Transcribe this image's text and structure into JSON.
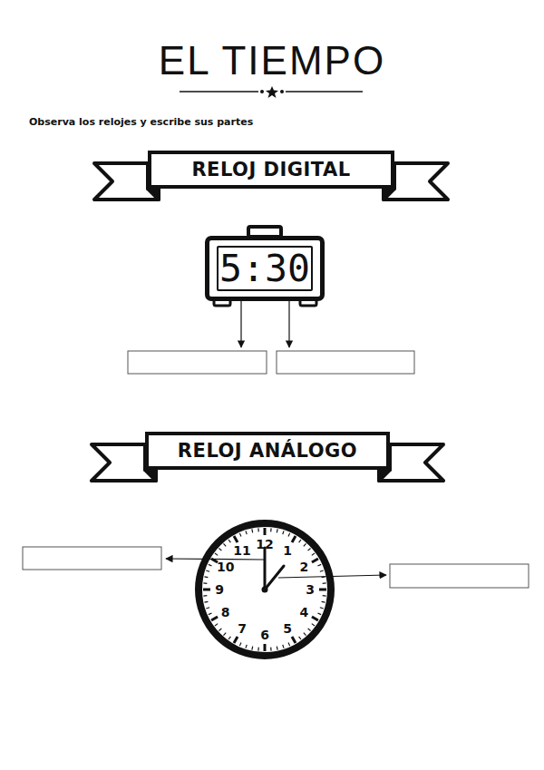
{
  "diagram": {
    "title": "EL TIEMPO",
    "nodes": [
      {
        "text": [
          "RELOJ DIGITAL"
        ]
      },
      {
        "text": [
          "5:30"
        ]
      },
      {
        "text": [
          "RELOJ ANÁLOGO"
        ]
      },
      {
        "text": [
          "12",
          "1",
          "2",
          "3",
          "4",
          "5",
          "6",
          "7",
          "8",
          "9",
          "10",
          "11"
        ]
      }
    ],
    "labels": [
      "Observa los relojes y escribe sus partes"
    ]
  }
}
